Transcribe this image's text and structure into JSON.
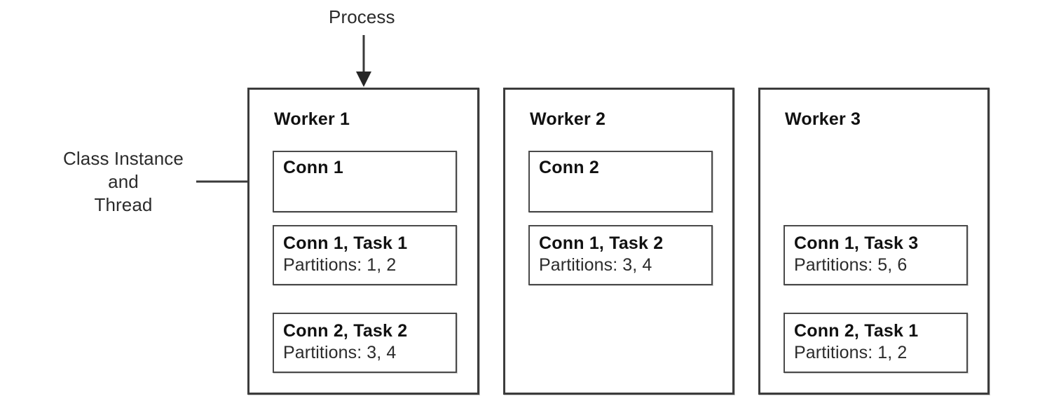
{
  "diagram": {
    "annotations": [
      {
        "id": "process",
        "text": "Process",
        "arrow": "down-arrow-icon"
      },
      {
        "id": "class-instance-and-thread",
        "text": "Class Instance\nand\nThread",
        "arrow": "right-arrow-icon"
      }
    ],
    "colors": {
      "background": "#ffffff",
      "worker_border": "#3c3c3c",
      "unit_border": "#4a4a4a",
      "text": "#111111",
      "arrow": "#3a3a3a"
    },
    "workers": [
      {
        "title": "Worker 1",
        "units": [
          {
            "kind": "conn",
            "title": "Conn 1",
            "sub": ""
          },
          {
            "kind": "task",
            "title": "Conn 1, Task 1",
            "sub": "Partitions: 1, 2"
          },
          {
            "kind": "task",
            "title": "Conn 2, Task 2",
            "sub": "Partitions: 3, 4"
          }
        ]
      },
      {
        "title": "Worker 2",
        "units": [
          {
            "kind": "conn",
            "title": "Conn 2",
            "sub": ""
          },
          {
            "kind": "task",
            "title": "Conn 1, Task 2",
            "sub": "Partitions: 3, 4"
          }
        ]
      },
      {
        "title": "Worker 3",
        "units": [
          {
            "kind": "task",
            "title": "Conn 1, Task 3",
            "sub": "Partitions: 5, 6"
          },
          {
            "kind": "task",
            "title": "Conn 2, Task 1",
            "sub": "Partitions: 1, 2"
          }
        ]
      }
    ]
  }
}
